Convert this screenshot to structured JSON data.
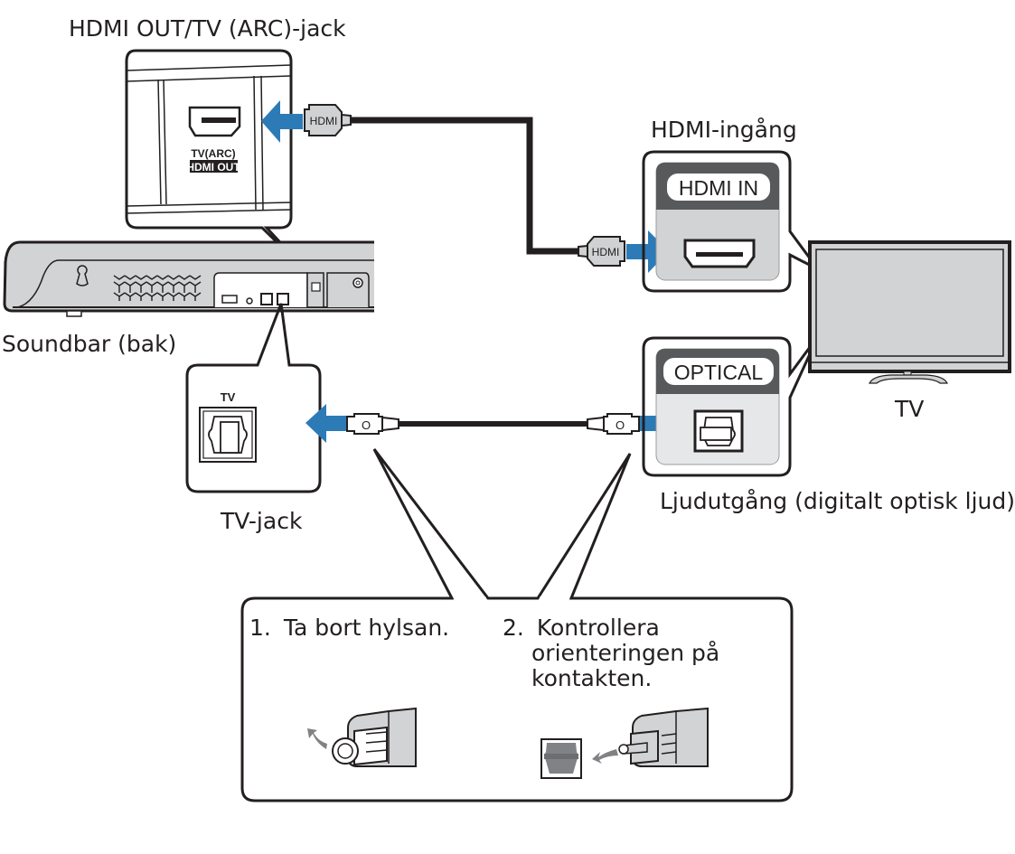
{
  "diagram": {
    "title": "Soundbar to TV connection",
    "colors": {
      "arrow": "#2c7bb6",
      "ink": "#231f20",
      "panel_gray": "#d1d3d4",
      "panel_dark": "#58595b",
      "plug_gray": "#cfd1d2"
    },
    "labels": {
      "hdmi_out_jack": "HDMI OUT/TV (ARC)-jack",
      "soundbar_rear": "Soundbar (bak)",
      "hdmi_input": "HDMI-ingång",
      "tv": "TV",
      "tv_jack": "TV-jack",
      "audio_output": "Ljudutgång (digitalt optisk ljud)"
    },
    "panels": {
      "soundbar_hdmi": {
        "line1": "TV(ARC)",
        "line2": "HDMI OUT"
      },
      "tv_hdmi": {
        "badge": "HDMI IN"
      },
      "tv_optical": {
        "badge": "OPTICAL"
      },
      "soundbar_optical": {
        "badge": "TV"
      }
    },
    "cables": {
      "hdmi_plug_text": "HDMI",
      "optical_plug_text": "O"
    },
    "steps": [
      {
        "number": "1.",
        "text": "Ta bort hylsan."
      },
      {
        "number": "2.",
        "lines": [
          "Kontrollera",
          "orienteringen på",
          "kontakten."
        ]
      }
    ]
  }
}
